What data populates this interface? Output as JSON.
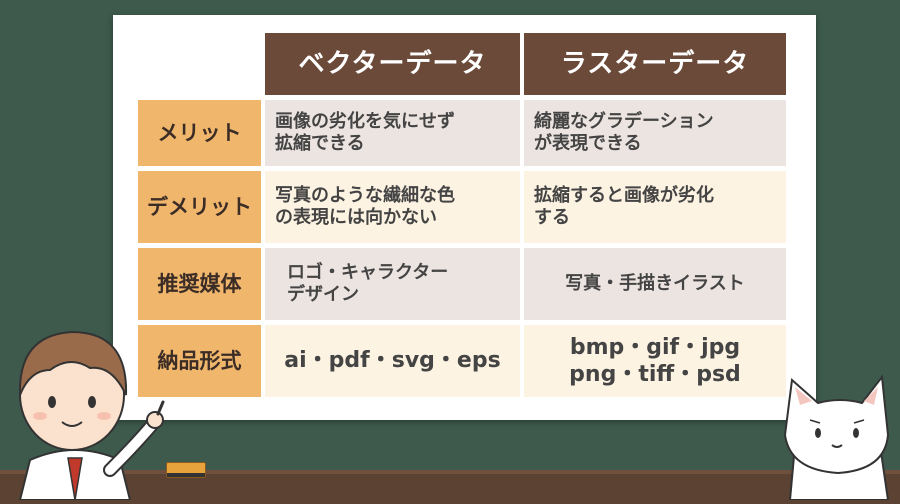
{
  "table": {
    "col_headers": [
      "ベクターデータ",
      "ラスターデータ"
    ],
    "rows": [
      {
        "label": "メリット",
        "vector": [
          "画像の劣化を気にせず",
          "拡縮できる"
        ],
        "raster": [
          "綺麗なグラデーション",
          "が表現できる"
        ]
      },
      {
        "label": "デメリット",
        "vector": [
          "写真のような繊細な色",
          "の表現には向かない"
        ],
        "raster": [
          "拡縮すると画像が劣化",
          "する"
        ]
      },
      {
        "label": "推奨媒体",
        "vector": [
          "ロゴ・キャラクター",
          "デザイン"
        ],
        "raster": [
          "写真・手描きイラスト"
        ]
      },
      {
        "label": "納品形式",
        "vector": [
          "ai・pdf・svg・eps"
        ],
        "raster": [
          "bmp・gif・jpg",
          "png・tiff・psd"
        ]
      }
    ]
  },
  "colors": {
    "board_bg": "#3d5a4d",
    "column_header": "#6b4a3a",
    "row_header": "#f0b66c",
    "cell_a": "#ece4e1",
    "cell_b": "#fdf3e2"
  },
  "illustrations": [
    "boy-pointing",
    "white-cat"
  ]
}
